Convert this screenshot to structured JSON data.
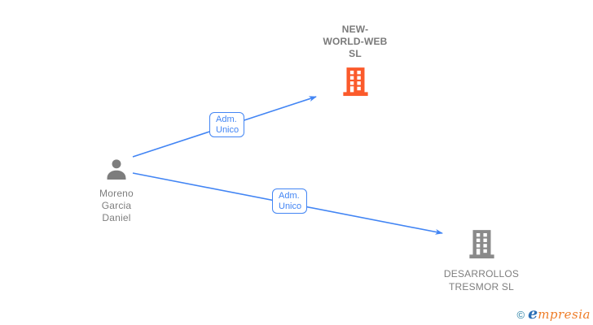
{
  "page": {
    "background": "#ffffff"
  },
  "diagram": {
    "person": {
      "name": "Moreno Garcia Daniel",
      "name_lines": [
        "Moreno",
        "Garcia",
        "Daniel"
      ],
      "icon": "person-silhouette",
      "icon_color": "#7d7d7d"
    },
    "companies": [
      {
        "name": "NEW-WORLD-WEB SL",
        "name_lines": [
          "NEW-",
          "WORLD-WEB",
          "SL"
        ],
        "icon": "building",
        "icon_color": "#fb5a2b",
        "emphasis": "bold"
      },
      {
        "name": "DESARROLLOS TRESMOR SL",
        "name_lines": [
          "DESARROLLOS",
          "TRESMOR SL"
        ],
        "icon": "building",
        "icon_color": "#8a8a8a",
        "emphasis": "regular"
      }
    ],
    "edges": [
      {
        "from": "Moreno Garcia Daniel",
        "to": "NEW-WORLD-WEB SL",
        "label": "Adm. Unico",
        "label_lines": [
          "Adm.",
          "Unico"
        ]
      },
      {
        "from": "Moreno Garcia Daniel",
        "to": "DESARROLLOS TRESMOR SL",
        "label": "Adm. Unico",
        "label_lines": [
          "Adm.",
          "Unico"
        ]
      }
    ],
    "colors": {
      "edge_blue": "#4285f4",
      "node_text": "#7e7e7e"
    }
  },
  "footer": {
    "copyright_symbol": "©",
    "brand_first_letter": "e",
    "brand_rest": "mpresia",
    "colors": {
      "copyright": "#2a81a5",
      "first_letter": "#2b6fb5",
      "rest": "#ee7d28"
    }
  }
}
